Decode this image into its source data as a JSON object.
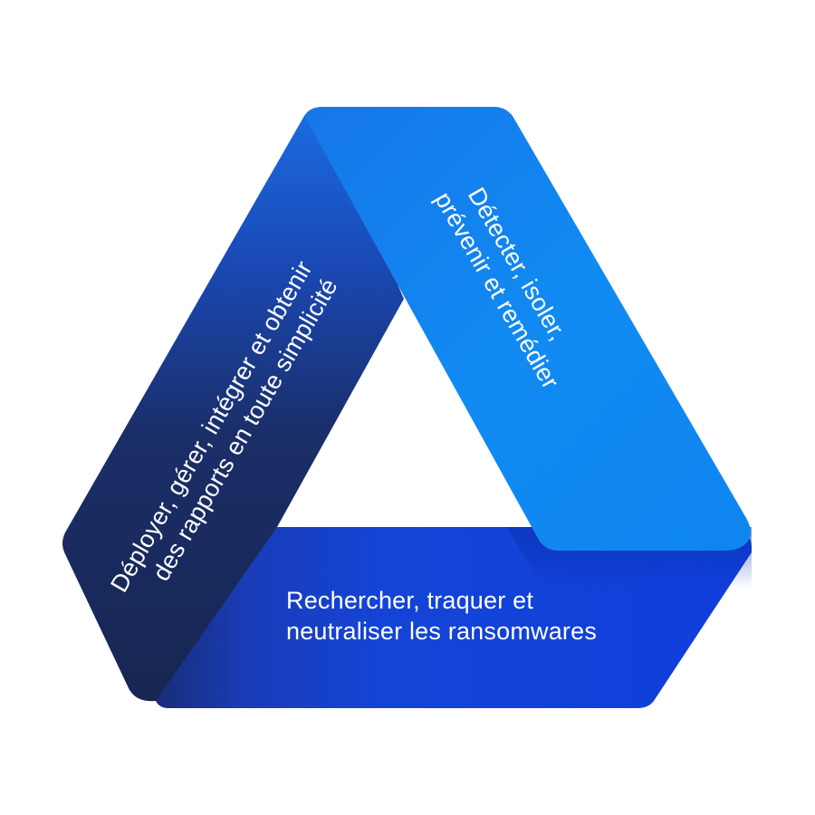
{
  "segments": {
    "left": {
      "line1": "Déployer, gérer, intégrer et obtenir",
      "line2": "des rapports en toute simplicité",
      "color_start": "#1a2a5e",
      "color_end": "#1565e0"
    },
    "right": {
      "line1": "Détecter, isoler,",
      "line2": "prévenir et remédier",
      "color": "#1288f0"
    },
    "bottom": {
      "line1": "Rechercher, traquer et",
      "line2": "neutraliser les ransomwares",
      "color": "#1244d8"
    }
  }
}
